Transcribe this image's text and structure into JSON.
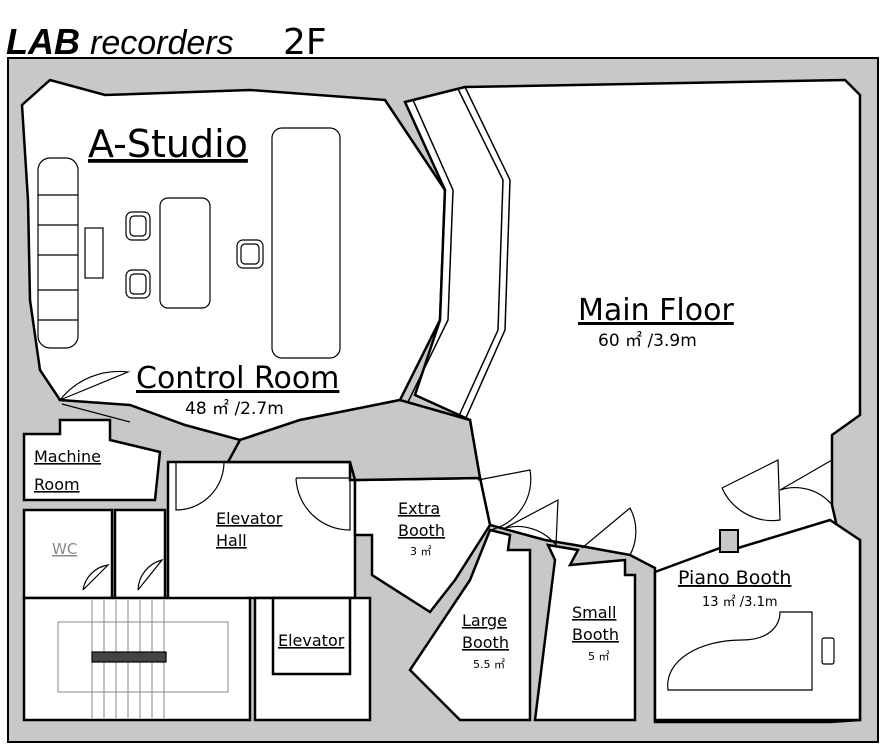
{
  "logo": {
    "brand": "LAB",
    "name": "recorders",
    "floor": "2F"
  },
  "rooms": {
    "a_studio": {
      "title": "A-Studio"
    },
    "control_room": {
      "name": "Control Room",
      "area": "48 ㎡ /2.7m"
    },
    "main_floor": {
      "name": "Main Floor",
      "area": "60 ㎡ /3.9m"
    },
    "machine_room": {
      "line1": "Machine",
      "line2": "Room"
    },
    "wc": {
      "name": "WC"
    },
    "elevator_hall": {
      "line1": "Elevator",
      "line2": "Hall"
    },
    "elevator": {
      "name": "Elevator"
    },
    "extra_booth": {
      "line1": "Extra",
      "line2": "Booth",
      "area": "3 ㎡"
    },
    "large_booth": {
      "line1": "Large",
      "line2": "Booth",
      "area": "5.5 ㎡"
    },
    "small_booth": {
      "line1": "Small",
      "line2": "Booth",
      "area": "5 ㎡"
    },
    "piano_booth": {
      "name": "Piano Booth",
      "area": "13 ㎡ /3.1m"
    }
  },
  "colors": {
    "wall": "#c8c8c8",
    "line": "#000000",
    "floor": "#ffffff"
  }
}
